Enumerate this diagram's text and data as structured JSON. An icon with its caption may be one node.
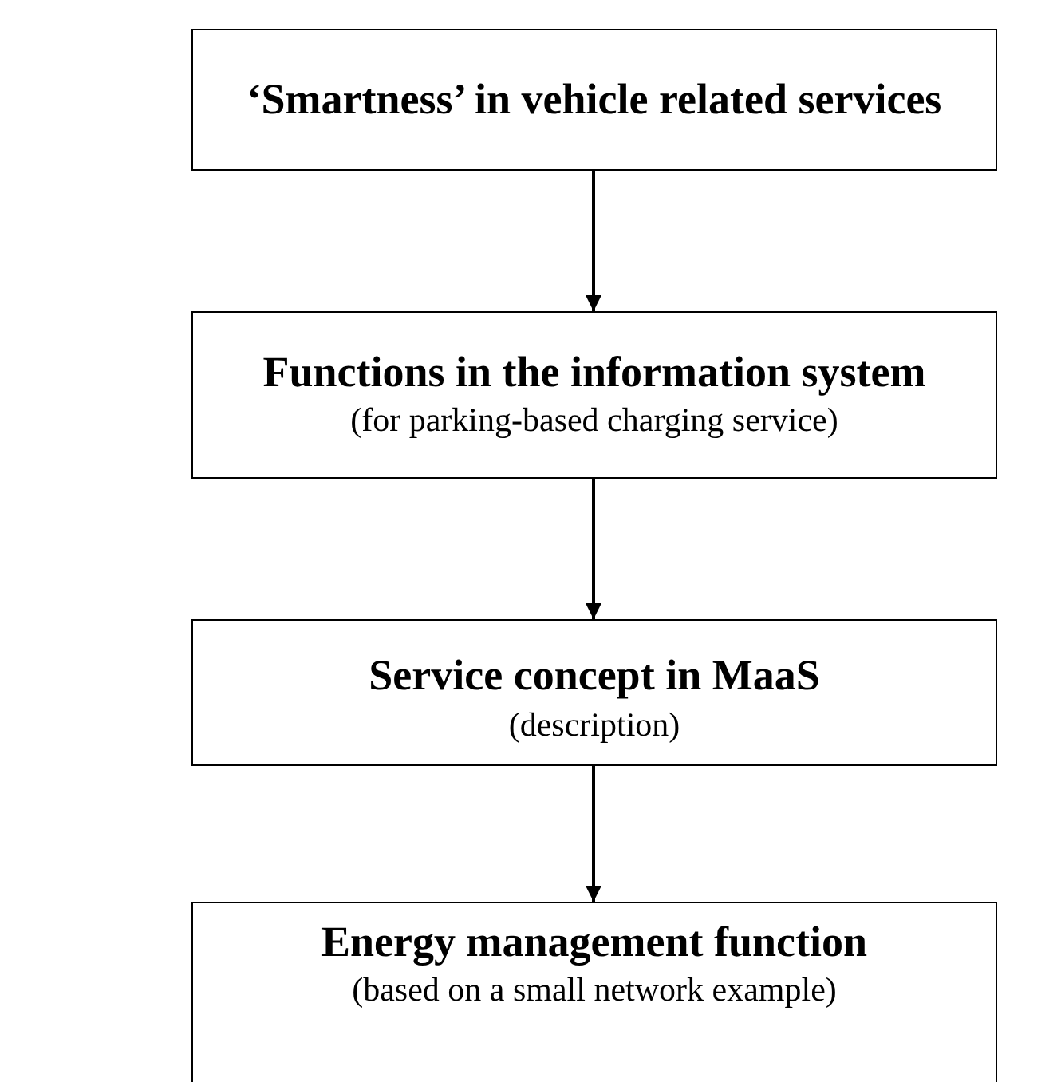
{
  "diagram": {
    "nodes": [
      {
        "text": [
          "‘Smartness’ in vehicle related services"
        ]
      },
      {
        "text": [
          "Functions in the information system",
          "(for parking-based charging service)"
        ]
      },
      {
        "text": [
          "Service concept in MaaS",
          "(description)"
        ]
      },
      {
        "text": [
          "Energy management function",
          "(based on a small network example)"
        ]
      }
    ],
    "edges": [
      {
        "from": 0,
        "to": 1,
        "arrow": "to"
      },
      {
        "from": 1,
        "to": 2,
        "arrow": "to"
      },
      {
        "from": 2,
        "to": 3,
        "arrow": "to"
      }
    ]
  }
}
